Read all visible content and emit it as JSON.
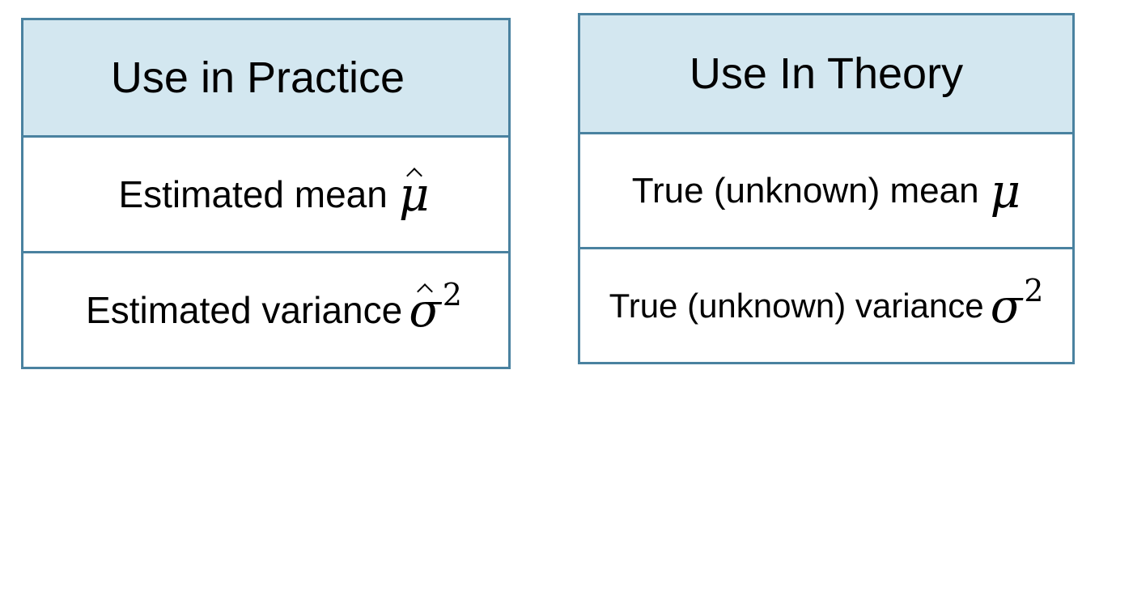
{
  "practice": {
    "header": "Use in Practice",
    "mean_label": "Estimated mean",
    "mean_symbol": "μ",
    "variance_label": "Estimated variance",
    "variance_symbol": "σ",
    "variance_exponent": "2"
  },
  "theory": {
    "header": "Use In Theory",
    "mean_label": "True (unknown) mean",
    "mean_symbol": "μ",
    "variance_label": "True (unknown) variance",
    "variance_symbol": "σ",
    "variance_exponent": "2"
  }
}
